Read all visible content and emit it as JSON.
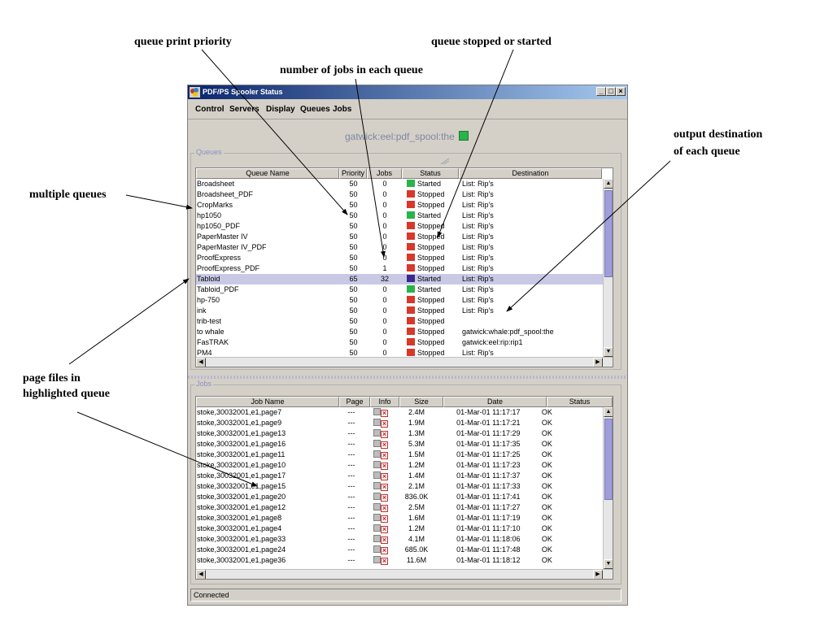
{
  "annotations": {
    "priority": "queue print priority",
    "stopped_started": "queue stopped or started",
    "jobs_count": "number of jobs in each queue",
    "destination_line1": "output destination",
    "destination_line2": "of each queue",
    "multiple": "multiple queues",
    "page_files_line1": "page files in",
    "page_files_line2": "highlighted queue"
  },
  "window": {
    "title": "PDF/PS Spooler Status",
    "minimize": "_",
    "maximize": "□",
    "close": "×"
  },
  "menu": [
    "Control",
    "Servers",
    "Display",
    "Queues",
    "Jobs"
  ],
  "server": "gatwick:eel:pdf_spool:the",
  "colors": {
    "started": "#29b34a",
    "stopped": "#d8382a",
    "started_selected": "#3a2a8a",
    "selection": "#c9c9e6"
  },
  "queues": {
    "label": "Queues",
    "headers": [
      "Queue Name",
      "Priority",
      "Jobs",
      "Status",
      "Destination"
    ],
    "rows": [
      {
        "name": "Broadsheet",
        "priority": "50",
        "jobs": "0",
        "status": "Started",
        "dest": "List: Rip's"
      },
      {
        "name": "Broadsheet_PDF",
        "priority": "50",
        "jobs": "0",
        "status": "Stopped",
        "dest": "List: Rip's"
      },
      {
        "name": "CropMarks",
        "priority": "50",
        "jobs": "0",
        "status": "Stopped",
        "dest": "List: Rip's"
      },
      {
        "name": "hp1050",
        "priority": "50",
        "jobs": "0",
        "status": "Started",
        "dest": "List: Rip's"
      },
      {
        "name": "hp1050_PDF",
        "priority": "50",
        "jobs": "0",
        "status": "Stopped",
        "dest": "List: Rip's"
      },
      {
        "name": "PaperMaster IV",
        "priority": "50",
        "jobs": "0",
        "status": "Stopped",
        "dest": "List: Rip's"
      },
      {
        "name": "PaperMaster IV_PDF",
        "priority": "50",
        "jobs": "0",
        "status": "Stopped",
        "dest": "List: Rip's"
      },
      {
        "name": "ProofExpress",
        "priority": "50",
        "jobs": "0",
        "status": "Stopped",
        "dest": "List: Rip's"
      },
      {
        "name": "ProofExpress_PDF",
        "priority": "50",
        "jobs": "1",
        "status": "Stopped",
        "dest": "List: Rip's"
      },
      {
        "name": "Tabloid",
        "priority": "65",
        "jobs": "32",
        "status": "Started",
        "dest": "List: Rip's",
        "selected": true
      },
      {
        "name": "Tabloid_PDF",
        "priority": "50",
        "jobs": "0",
        "status": "Started",
        "dest": "List: Rip's"
      },
      {
        "name": "hp-750",
        "priority": "50",
        "jobs": "0",
        "status": "Stopped",
        "dest": "List: Rip's"
      },
      {
        "name": "ink",
        "priority": "50",
        "jobs": "0",
        "status": "Stopped",
        "dest": "List: Rip's"
      },
      {
        "name": "trib-test",
        "priority": "50",
        "jobs": "0",
        "status": "Stopped",
        "dest": ""
      },
      {
        "name": "to whale",
        "priority": "50",
        "jobs": "0",
        "status": "Stopped",
        "dest": "gatwick:whale:pdf_spool:the"
      },
      {
        "name": "FasTRAK",
        "priority": "50",
        "jobs": "0",
        "status": "Stopped",
        "dest": "gatwick:eel:rip:rip1"
      },
      {
        "name": "PM4",
        "priority": "50",
        "jobs": "0",
        "status": "Stopped",
        "dest": "List: Rip's"
      }
    ]
  },
  "jobs": {
    "label": "Jobs",
    "headers": [
      "Job Name",
      "Page",
      "Info",
      "Size",
      "Date",
      "Status"
    ],
    "rows": [
      {
        "name": "stoke,30032001,e1,page7",
        "page": "---",
        "size": "2.4M",
        "date": "01-Mar-01 11:17:17",
        "status": "OK"
      },
      {
        "name": "stoke,30032001,e1,page9",
        "page": "---",
        "size": "1.9M",
        "date": "01-Mar-01 11:17:21",
        "status": "OK"
      },
      {
        "name": "stoke,30032001,e1,page13",
        "page": "---",
        "size": "1.3M",
        "date": "01-Mar-01 11:17:29",
        "status": "OK"
      },
      {
        "name": "stoke,30032001,e1,page16",
        "page": "---",
        "size": "5.3M",
        "date": "01-Mar-01 11:17:35",
        "status": "OK"
      },
      {
        "name": "stoke,30032001,e1,page11",
        "page": "---",
        "size": "1.5M",
        "date": "01-Mar-01 11:17:25",
        "status": "OK"
      },
      {
        "name": "stoke,30032001,e1,page10",
        "page": "---",
        "size": "1.2M",
        "date": "01-Mar-01 11:17:23",
        "status": "OK"
      },
      {
        "name": "stoke,30032001,e1,page17",
        "page": "---",
        "size": "1.4M",
        "date": "01-Mar-01 11:17:37",
        "status": "OK"
      },
      {
        "name": "stoke,30032001,e1,page15",
        "page": "---",
        "size": "2.1M",
        "date": "01-Mar-01 11:17:33",
        "status": "OK"
      },
      {
        "name": "stoke,30032001,e1,page20",
        "page": "---",
        "size": "836.0K",
        "date": "01-Mar-01 11:17:41",
        "status": "OK"
      },
      {
        "name": "stoke,30032001,e1,page12",
        "page": "---",
        "size": "2.5M",
        "date": "01-Mar-01 11:17:27",
        "status": "OK"
      },
      {
        "name": "stoke,30032001,e1,page8",
        "page": "---",
        "size": "1.6M",
        "date": "01-Mar-01 11:17:19",
        "status": "OK"
      },
      {
        "name": "stoke,30032001,e1,page4",
        "page": "---",
        "size": "1.2M",
        "date": "01-Mar-01 11:17:10",
        "status": "OK"
      },
      {
        "name": "stoke,30032001,e1,page33",
        "page": "---",
        "size": "4.1M",
        "date": "01-Mar-01 11:18:06",
        "status": "OK"
      },
      {
        "name": "stoke,30032001,e1,page24",
        "page": "---",
        "size": "685.0K",
        "date": "01-Mar-01 11:17:48",
        "status": "OK"
      },
      {
        "name": "stoke,30032001,e1,page36",
        "page": "---",
        "size": "11.6M",
        "date": "01-Mar-01 11:18:12",
        "status": "OK"
      }
    ]
  },
  "status_bar": "Connected"
}
